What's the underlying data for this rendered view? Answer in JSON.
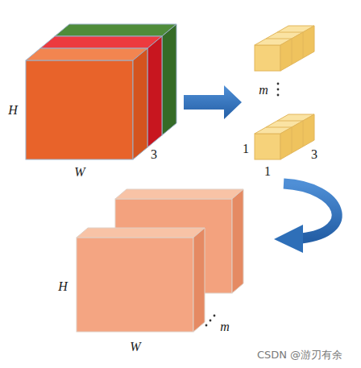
{
  "diagram": {
    "labels": [
      "H",
      "W",
      "3",
      "m",
      "1",
      "3",
      "1",
      "H",
      "W",
      "m",
      "CSDN @游刃有余"
    ]
  }
}
